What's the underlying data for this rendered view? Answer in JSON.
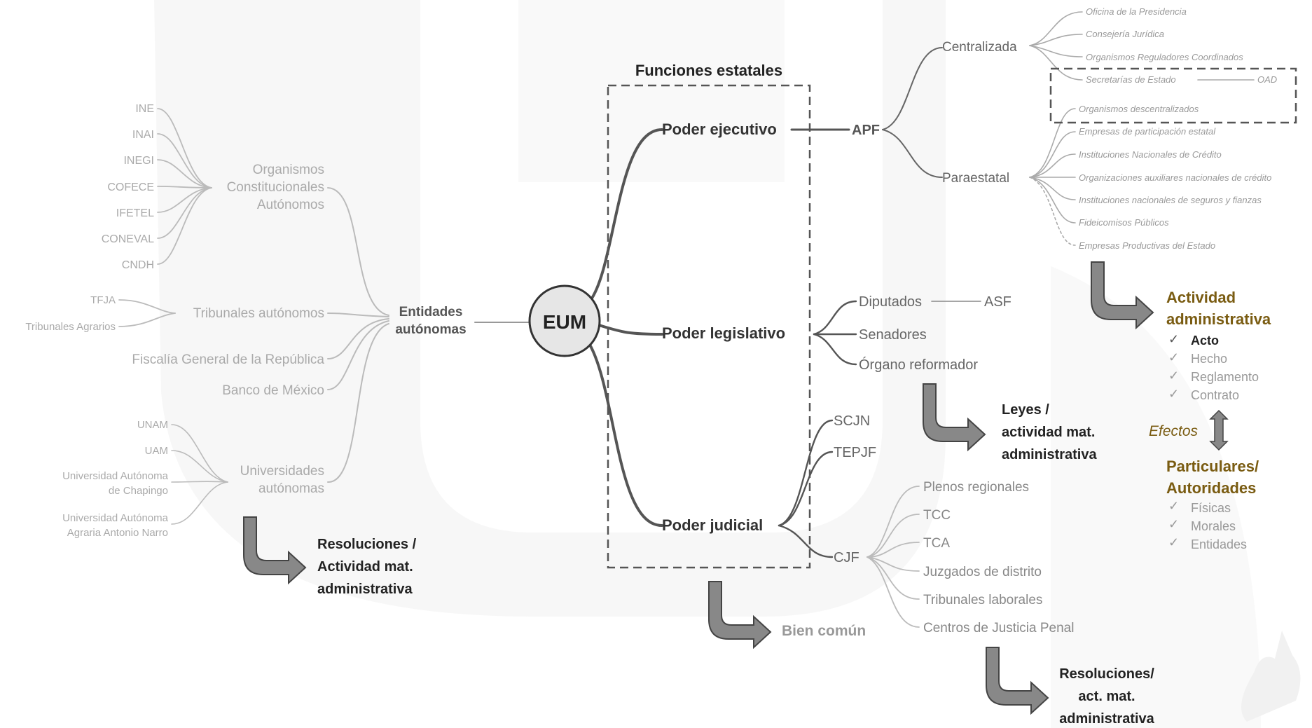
{
  "center": "EUM",
  "funciones_title": "Funciones estatales",
  "poderes": {
    "ejecutivo": "Poder ejecutivo",
    "legislativo": "Poder legislativo",
    "judicial": "Poder judicial"
  },
  "apf": "APF",
  "centralizada": {
    "label": "Centralizada",
    "items": [
      "Oficina de la Presidencia",
      "Consejería Jurídica",
      "Organismos Reguladores Coordinados",
      "Secretarías de Estado"
    ],
    "oad": "OAD"
  },
  "paraestatal": {
    "label": "Paraestatal",
    "items": [
      "Organismos descentralizados",
      "Empresas de participación estatal",
      "Instituciones Nacionales de Crédito",
      "Organizaciones auxiliares nacionales de crédito",
      "Instituciones nacionales de seguros y fianzas",
      "Fideicomisos Públicos",
      "Empresas Productivas del Estado"
    ]
  },
  "legislativo_items": [
    "Diputados",
    "Senadores",
    "Órgano reformador"
  ],
  "asf": "ASF",
  "judicial_items": [
    "SCJN",
    "TEPJF",
    "CJF"
  ],
  "cjf_items": [
    "Plenos regionales",
    "TCC",
    "TCA",
    "Juzgados de distrito",
    "Tribunales laborales",
    "Centros de Justicia Penal"
  ],
  "entidades": {
    "label": [
      "Entidades",
      "autónomas"
    ],
    "oca_label": [
      "Organismos",
      "Constitucionales",
      "Autónomos"
    ],
    "oca_items": [
      "INE",
      "INAI",
      "INEGI",
      "COFECE",
      "IFETEL",
      "CONEVAL",
      "CNDH"
    ],
    "tribunales_label": "Tribunales autónomos",
    "tribunales_items": [
      "TFJA",
      "Tribunales Agrarios"
    ],
    "fiscalia": "Fiscalía General de la República",
    "banxico": "Banco de México",
    "univ_label": [
      "Universidades",
      "autónomas"
    ],
    "univ_items": [
      "UNAM",
      "UAM",
      "Universidad Autónoma de Chapingo",
      "Universidad Autónoma Agraria Antonio Narro"
    ]
  },
  "outputs": {
    "entidades": [
      "Resoluciones /",
      "Actividad mat.",
      "administrativa"
    ],
    "funciones": "Bien común",
    "legislativo": [
      "Leyes /",
      "actividad mat.",
      "administrativa"
    ],
    "judicial": [
      "Resoluciones/",
      "act. mat.",
      "administrativa"
    ]
  },
  "actividad": {
    "title": [
      "Actividad",
      "administrativa"
    ],
    "items": [
      "Acto",
      "Hecho",
      "Reglamento",
      "Contrato"
    ],
    "efectos": "Efectos",
    "particulares_title": [
      "Particulares/",
      "Autoridades"
    ],
    "particulares_items": [
      "Físicas",
      "Morales",
      "Entidades"
    ]
  },
  "colors": {
    "accent_gold": "#7a5c12",
    "dark_text": "#222222",
    "gray_text": "#777777",
    "light_text": "#9a9a9a"
  }
}
